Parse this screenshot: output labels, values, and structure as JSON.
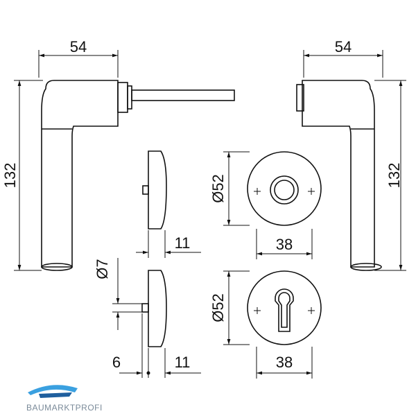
{
  "dimensions": {
    "left_handle_width": "54",
    "right_handle_width": "54",
    "left_handle_height": "132",
    "right_handle_height": "132",
    "top_rose_thickness": "11",
    "bottom_rose_thickness": "11",
    "top_rose_diameter": "Ø52",
    "bottom_rose_diameter": "Ø52",
    "top_rose_width": "38",
    "bottom_rose_width": "38",
    "spindle_diameter": "Ø7",
    "spindle_length": "6"
  },
  "logo": {
    "text": "BAUMARKTPROFI",
    "colors": {
      "primary": "#3aa0e0",
      "secondary": "#1f5f9e",
      "text": "#7a8a99"
    }
  },
  "colors": {
    "line": "#111111",
    "background": "#ffffff"
  }
}
